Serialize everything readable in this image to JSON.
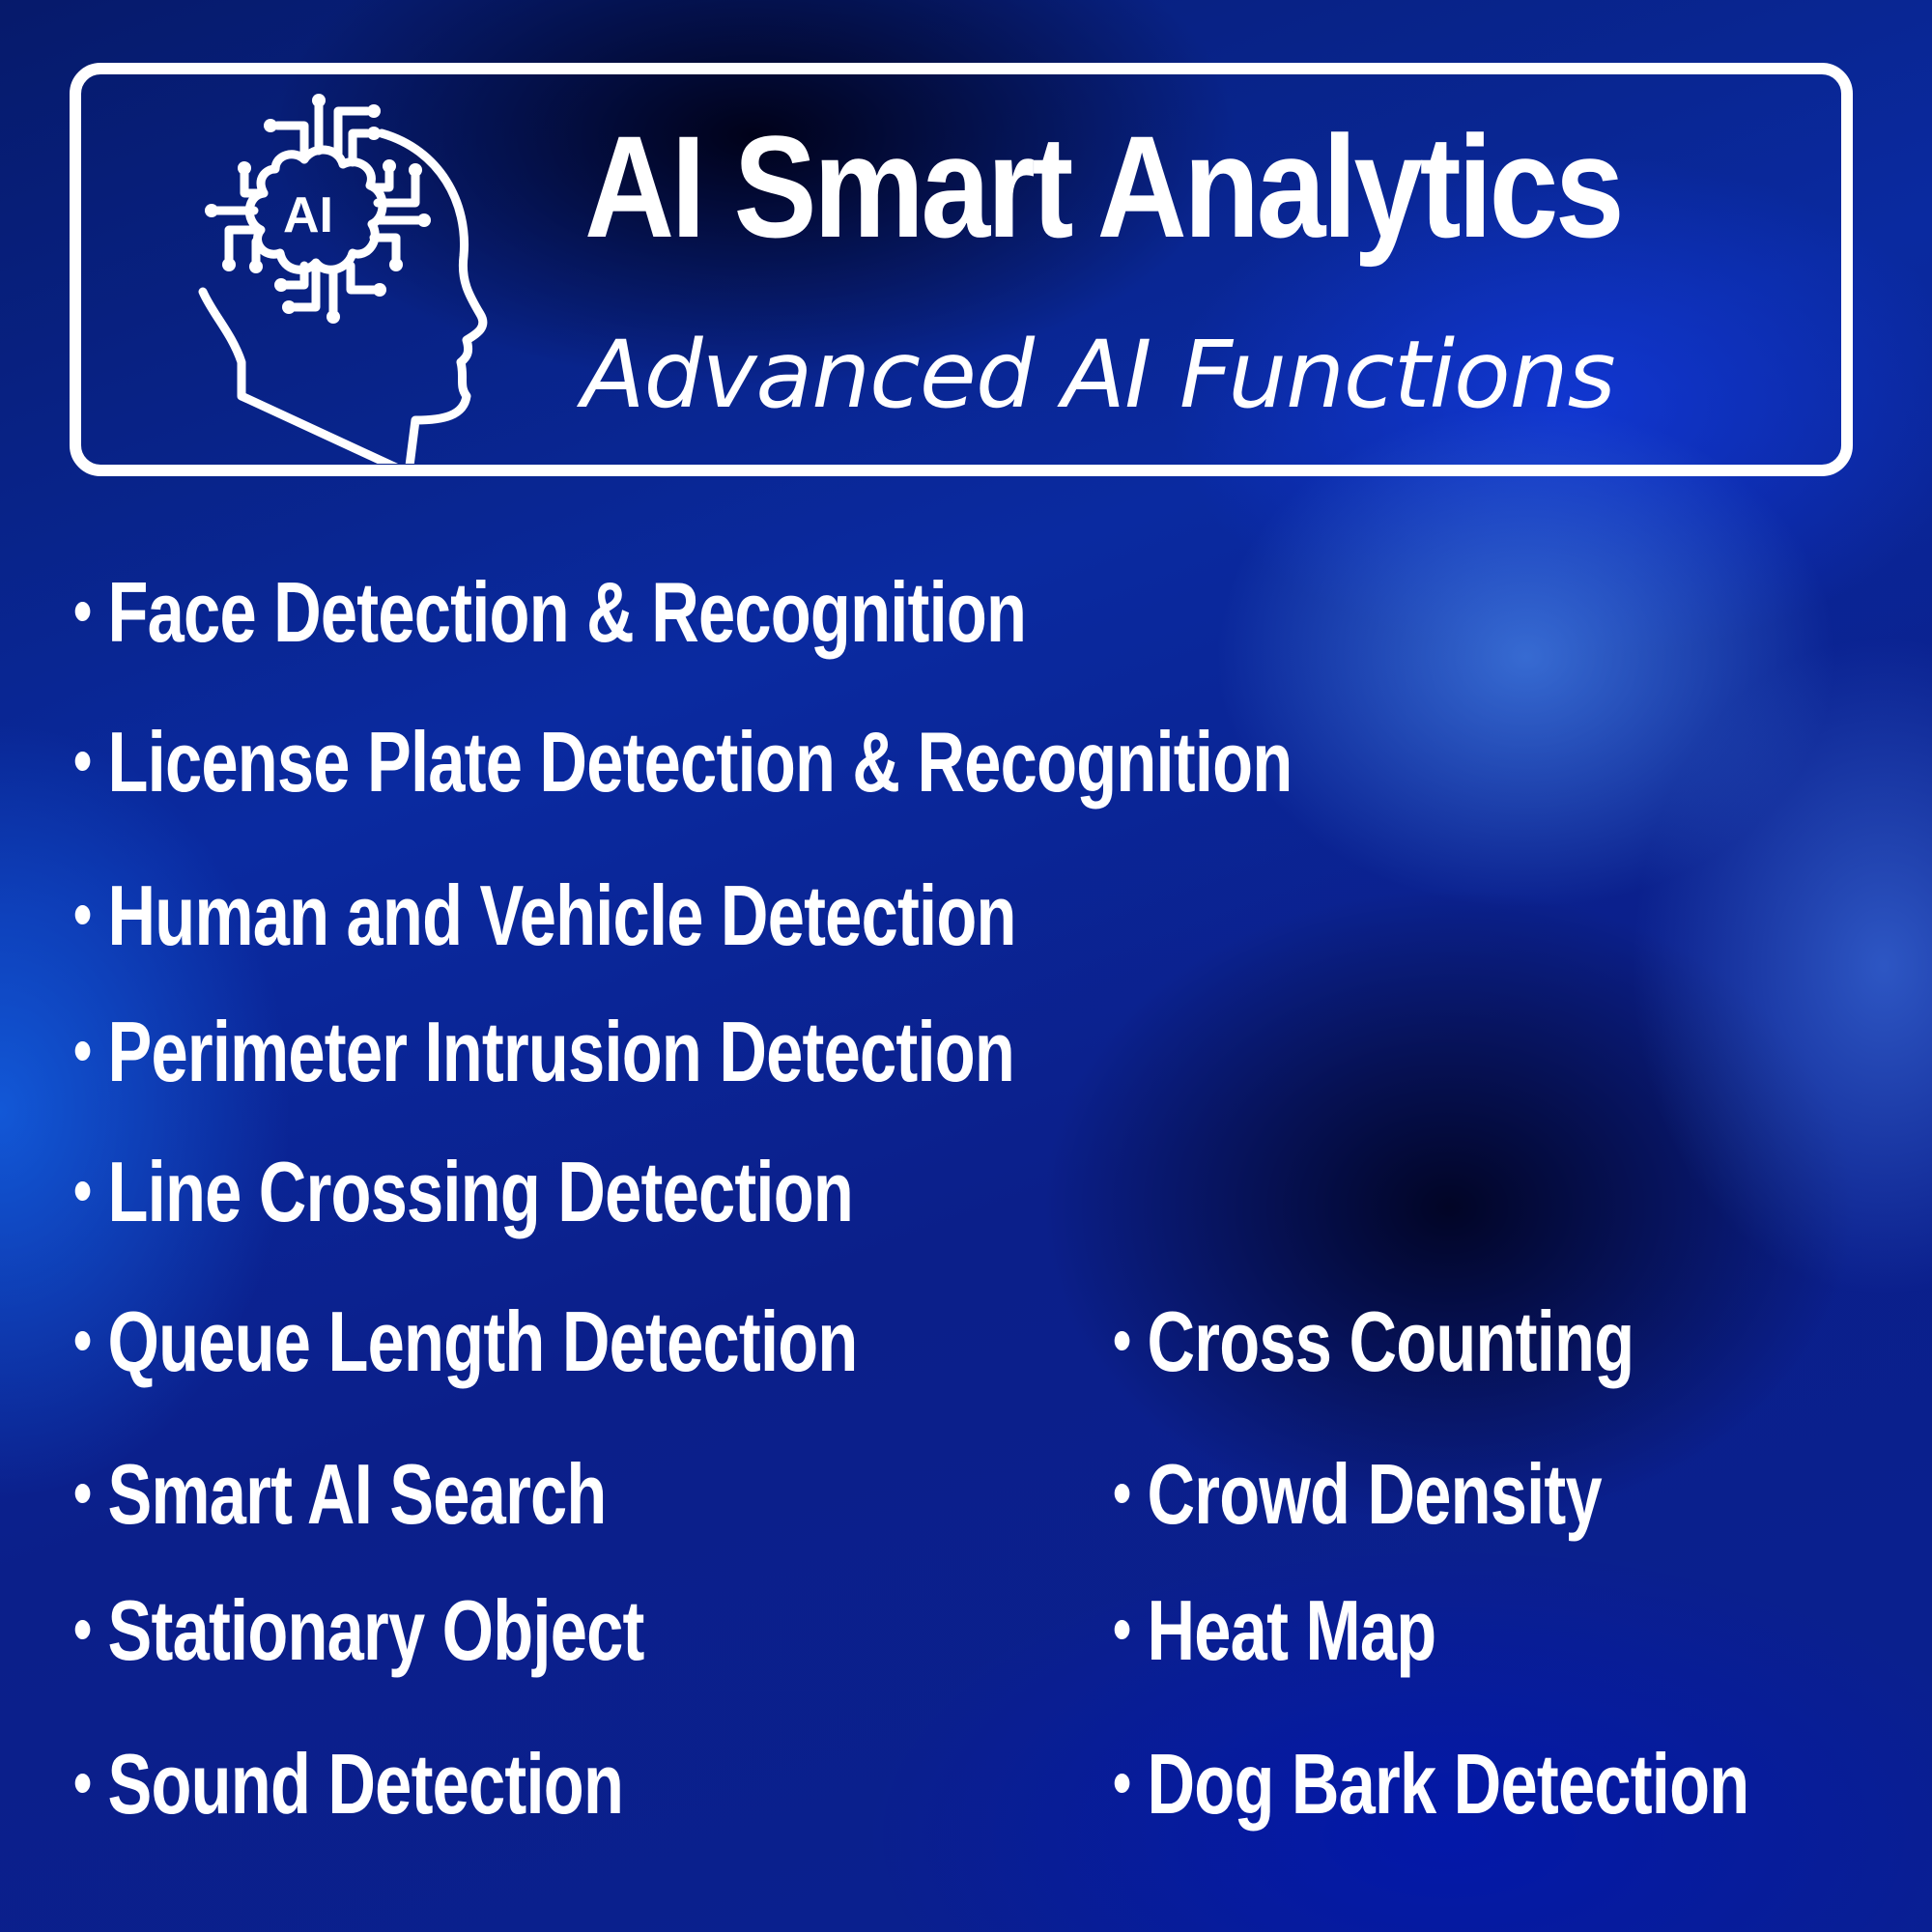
{
  "header": {
    "title": "AI Smart Analytics",
    "subtitle": "Advanced AI Functions",
    "icon": "ai-brain-head-icon",
    "icon_label": "AI"
  },
  "features": {
    "bullet": "•",
    "left": [
      "Face Detection & Recognition",
      "License Plate Detection & Recognition",
      "Human and Vehicle Detection",
      "Perimeter Intrusion Detection",
      "Line Crossing Detection",
      "Queue Length Detection",
      "Smart AI Search",
      "Stationary Object",
      "Sound Detection"
    ],
    "right": [
      "Cross Counting",
      "Crowd Density",
      "Heat Map",
      "Dog Bark Detection"
    ]
  },
  "colors": {
    "text": "#ffffff",
    "background_dark": "#000a3a",
    "background_blue": "#0a2aa0",
    "highlight_blue": "#3f7fe0"
  }
}
